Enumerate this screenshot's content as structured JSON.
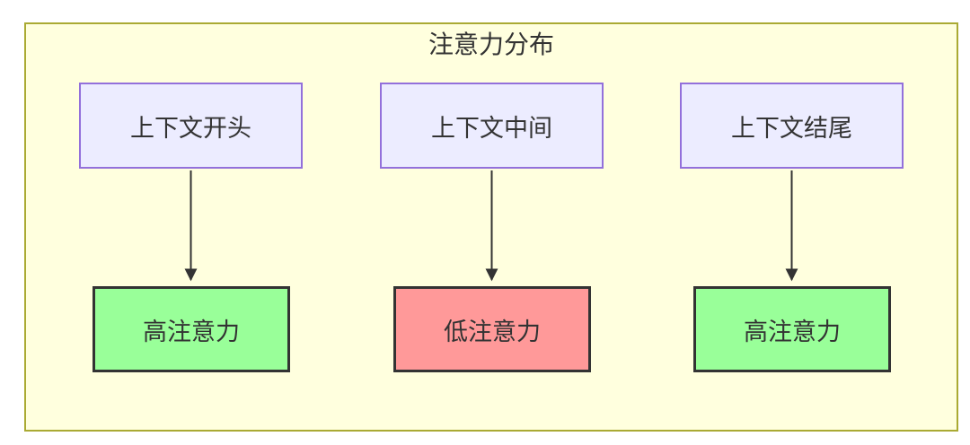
{
  "diagram": {
    "title": "注意力分布",
    "top_nodes": [
      {
        "id": "context-start",
        "label": "上下文开头"
      },
      {
        "id": "context-middle",
        "label": "上下文中间"
      },
      {
        "id": "context-end",
        "label": "上下文结尾"
      }
    ],
    "bottom_nodes": [
      {
        "id": "attention-left",
        "label": "高注意力",
        "level": "high"
      },
      {
        "id": "attention-middle",
        "label": "低注意力",
        "level": "low"
      },
      {
        "id": "attention-right",
        "label": "高注意力",
        "level": "high"
      }
    ],
    "edges": [
      {
        "from": "上下文开头",
        "to": "高注意力"
      },
      {
        "from": "上下文中间",
        "to": "低注意力"
      },
      {
        "from": "上下文结尾",
        "to": "高注意力"
      }
    ],
    "colors": {
      "cluster_fill": "#ffffde",
      "cluster_border": "#aaaa33",
      "context_node_fill": "#ececff",
      "context_node_border": "#9370db",
      "high_attention_fill": "#99ff99",
      "low_attention_fill": "#ff9999",
      "attention_node_border": "#333333",
      "arrow": "#333333",
      "text": "#333333"
    }
  }
}
